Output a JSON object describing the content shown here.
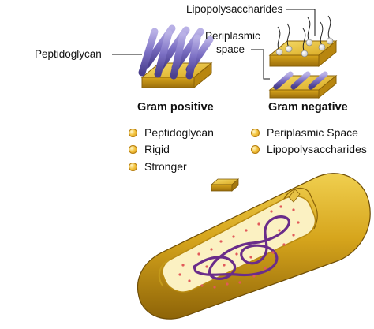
{
  "labels": {
    "lipopolysaccharides": "Lipopolysaccharides",
    "periplasmic_space_line1": "Periplasmic",
    "periplasmic_space_line2": "space",
    "peptidoglycan": "Peptidoglycan"
  },
  "headings": {
    "gram_positive": "Gram positive",
    "gram_negative": "Gram negative"
  },
  "gram_positive_traits": [
    "Peptidoglycan",
    "Rigid",
    "Stronger"
  ],
  "gram_negative_traits": [
    "Periplasmic Space",
    "Lipopolysaccharides"
  ],
  "colors": {
    "membrane_gold": "#d7a91d",
    "rod_purple": "#6f63b6",
    "cytoplasm": "#fbf1c2",
    "dna": "#6a2c8a",
    "ribosome": "#e25a5a"
  }
}
